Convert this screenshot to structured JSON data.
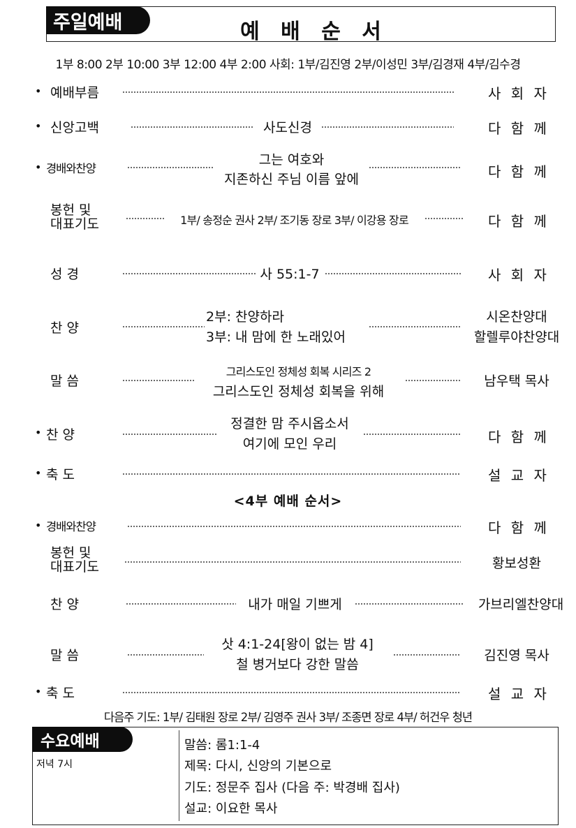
{
  "header": {
    "badge": "주일예배",
    "title": "예 배 순 서",
    "schedule": "1부 8:00 2부 10:00 3부 12:00 4부 2:00   사회: 1부/김진영 2부/이성민 3부/김경재 4부/김수경"
  },
  "order": [
    {
      "label": "예배부름",
      "content": [],
      "role": "사 회 자"
    },
    {
      "label": "신앙고백",
      "content": [
        "사도신경"
      ],
      "role": "다 함 께"
    },
    {
      "label": "경배와찬양",
      "content": [
        "그는 여호와",
        "지존하신 주님 이름 앞에"
      ],
      "role": "다 함 께"
    },
    {
      "label": [
        "봉헌 및",
        "대표기도"
      ],
      "content": [
        "1부/ 송정순 권사 2부/ 조기동 장로 3부/ 이강용 장로"
      ],
      "role": "다 함 께"
    },
    {
      "label": "성  경",
      "content": [
        "사 55:1-7"
      ],
      "role": "사 회 자"
    },
    {
      "label": "찬  양",
      "content": [
        "2부: 찬양하라",
        "3부: 내 맘에 한 노래있어"
      ],
      "role": [
        "시온찬양대",
        "할렐루야찬양대"
      ]
    },
    {
      "label": "말  씀",
      "content": [
        "그리스도인 정체성 회복 시리즈 2",
        "그리스도인 정체성 회복을 위해"
      ],
      "role": "남우택 목사"
    },
    {
      "label": "찬  양",
      "content": [
        "정결한 맘 주시옵소서",
        "여기에 모인 우리"
      ],
      "role": "다 함 께"
    },
    {
      "label": "축  도",
      "content": [],
      "role": "설 교 자"
    }
  ],
  "section4": {
    "title": "<4부 예배 순서>",
    "order": [
      {
        "label": "경배와찬양",
        "content": [],
        "role": "다 함 께"
      },
      {
        "label": [
          "봉헌 및",
          "대표기도"
        ],
        "content": [],
        "role": "황보성환"
      },
      {
        "label": "찬  양",
        "content": [
          "내가 매일 기쁘게"
        ],
        "role": "가브리엘찬양대"
      },
      {
        "label": "말  씀",
        "content": [
          "삿 4:1-24[왕이 없는 밤 4]",
          "철 병거보다 강한 말씀"
        ],
        "role": "김진영 목사"
      },
      {
        "label": "축  도",
        "content": [],
        "role": "설 교 자"
      }
    ]
  },
  "next_week_prayer": "다음주 기도: 1부/ 김태원 장로 2부/ 김영주 권사 3부/ 조종면 장로 4부/ 허건우 청년",
  "wednesday": {
    "badge": "수요예배",
    "time": "저녁 7시",
    "lines": [
      "말씀: 롬1:1-4",
      "제목: 다시, 신앙의 기본으로",
      "기도: 정문주 집사 (다음 주: 박경배 집사)",
      "설교: 이요한 목사"
    ]
  },
  "bullet_char": "•",
  "colors": {
    "badge_bg": "#0d0d0d",
    "text": "#111111"
  }
}
